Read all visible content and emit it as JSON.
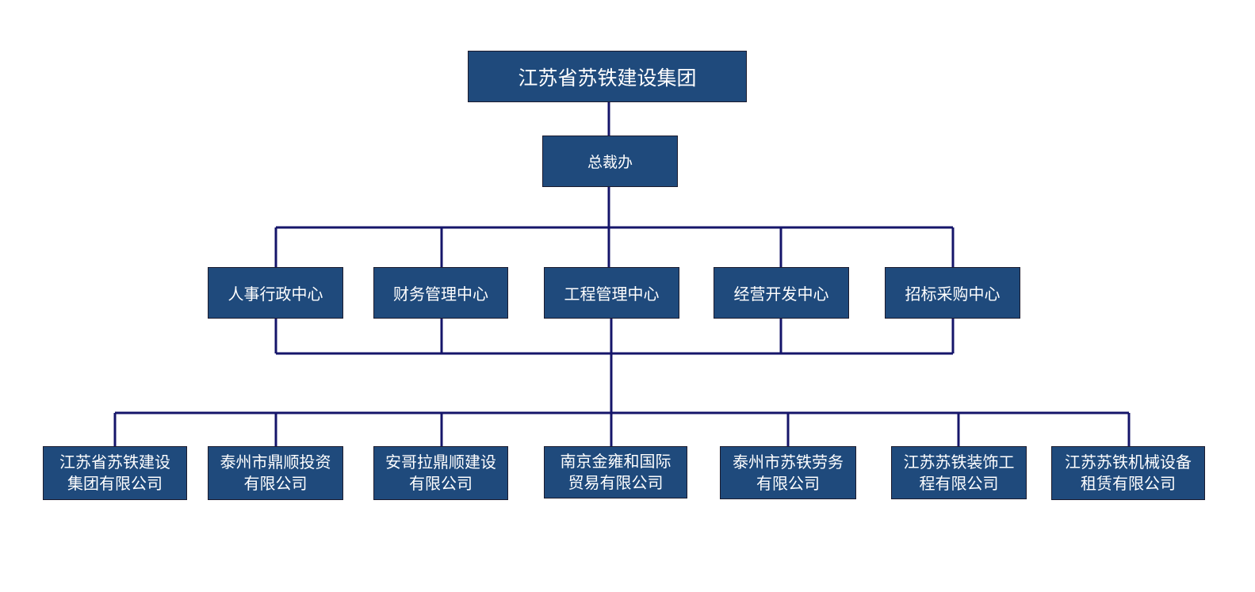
{
  "org_chart": {
    "root": "江苏省苏铁建设集团",
    "president_office": "总裁办",
    "centers": [
      "人事行政中心",
      "财务管理中心",
      "工程管理中心",
      "经营开发中心",
      "招标采购中心"
    ],
    "companies": [
      [
        "江苏省苏铁建设",
        "集团有限公司"
      ],
      [
        "泰州市鼎顺投资",
        "有限公司"
      ],
      [
        "安哥拉鼎顺建设",
        "有限公司"
      ],
      [
        "南京金雍和国际",
        "贸易有限公司"
      ],
      [
        "泰州市苏铁劳务",
        "有限公司"
      ],
      [
        "江苏苏铁装饰工",
        "程有限公司"
      ],
      [
        "江苏苏铁机械设备",
        "租赁有限公司"
      ]
    ],
    "colors": {
      "box_fill": "#1f4a7c",
      "box_text": "#ffffff",
      "connector": "#15156a"
    }
  }
}
